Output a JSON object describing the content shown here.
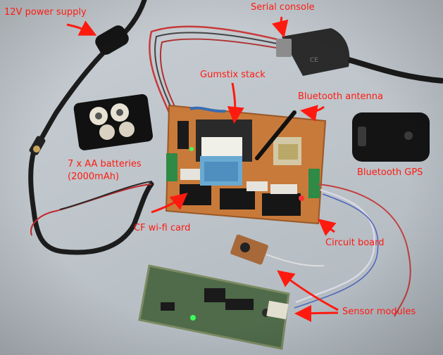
{
  "labels": {
    "power_supply": "12V power supply",
    "serial_console": "Serial console",
    "gumstix_stack": "Gumstix stack",
    "bluetooth_antenna": "Bluetooth antenna",
    "batteries_line1": "7 x AA batteries",
    "batteries_line2": "(2000mAh)",
    "bluetooth_gps": "Bluetooth GPS",
    "cf_wifi_card": "CF wi-fi card",
    "circuit_board": "Circuit board",
    "sensor_modules": "Sensor modules"
  },
  "colors": {
    "annotation": "#ff1a10",
    "pcb_main": "#c87a3a",
    "pcb_sensor": "#4f6b4a",
    "desk": "#c3c9ce"
  }
}
